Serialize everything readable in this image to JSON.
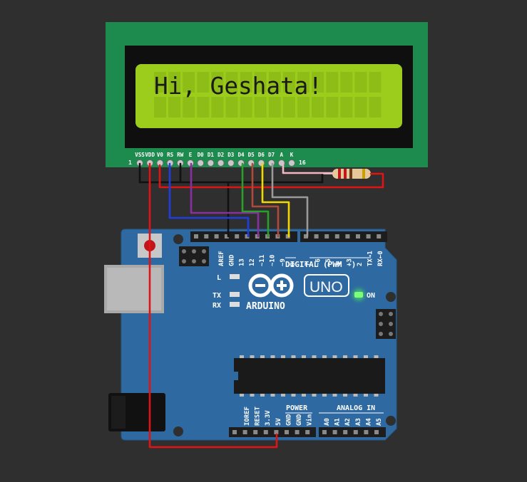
{
  "lcd": {
    "display_text": "Hi, Geshata!",
    "pin_labels": [
      "VSS",
      "VDD",
      "V0",
      "RS",
      "RW",
      "E",
      "D0",
      "D1",
      "D2",
      "D3",
      "D4",
      "D5",
      "D6",
      "D7",
      "A",
      "K"
    ],
    "pin_first_number": "1",
    "pin_last_number": "16"
  },
  "arduino": {
    "brand_label": "ARDUINO",
    "model_label": "UNO",
    "on_label": "ON",
    "led_labels": {
      "l": "L",
      "tx": "TX",
      "rx": "RX"
    },
    "digital_header_label": "DIGITAL (PWM ~)",
    "digital_pins_left": [
      "AREF",
      "GND",
      "13",
      "12",
      "~11",
      "~10",
      "~9",
      "8"
    ],
    "digital_pins_right": [
      "7",
      "~6",
      "~5",
      "4",
      "~3",
      "2",
      "TX→1",
      "RX←0"
    ],
    "power_header_label": "POWER",
    "analog_header_label": "ANALOG IN",
    "power_pins": [
      "IOREF",
      "RESET",
      "3.3V",
      "5V",
      "GND",
      "GND",
      "Vin"
    ],
    "analog_pins": [
      "A0",
      "A1",
      "A2",
      "A3",
      "A4",
      "A5"
    ]
  },
  "colors": {
    "lcd_board": "#1d8a4e",
    "lcd_screen": "#9ccc1c",
    "arduino_board": "#2e6aa1",
    "wire_red": "#e01414",
    "wire_blue": "#1e3ee0",
    "wire_purple": "#8a2fa0",
    "wire_green": "#2aa02a",
    "wire_brown": "#b04a3a",
    "wire_yellow": "#f0d800",
    "wire_gray": "#9a9a9a",
    "wire_pink": "#f0b8c0",
    "wire_black": "#111111",
    "power_led": "#4dff4d"
  }
}
